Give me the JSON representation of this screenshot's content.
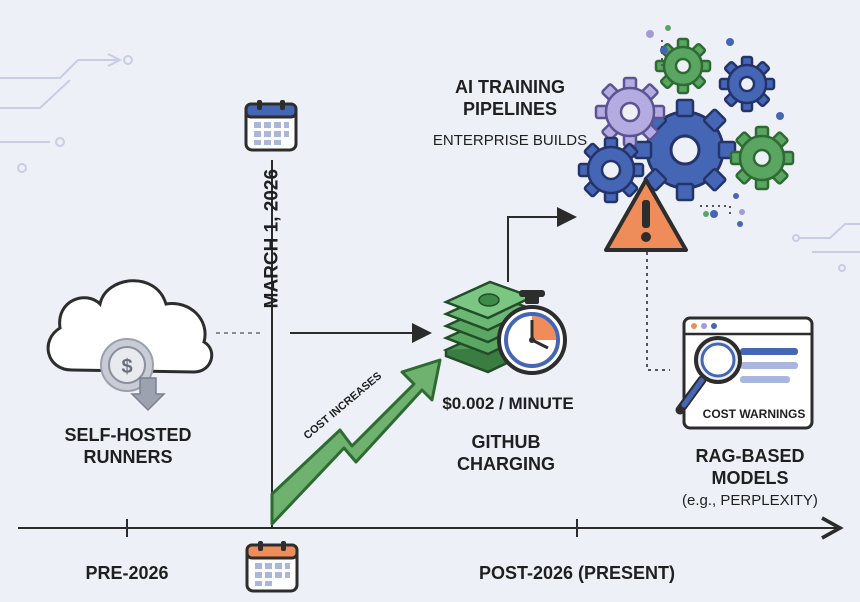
{
  "labels": {
    "self_hosted_line1": "SELF-HOSTED",
    "self_hosted_line2": "RUNNERS",
    "date_vertical": "MARCH 1, 2026",
    "cost_increases": "COST INCREASES",
    "price": "$0.002 / MINUTE",
    "github_line1": "GITHUB",
    "github_line2": "CHARGING",
    "ai_training_line1": "AI TRAINING",
    "ai_training_line2": "PIPELINES",
    "enterprise_builds": "ENTERPRISE BUILDS",
    "cost_warnings": "COST WARNINGS",
    "rag_line1": "RAG-BASED",
    "rag_line2": "MODELS",
    "rag_example": "(e.g., PERPLEXITY)",
    "pre_2026": "PRE-2026",
    "post_2026": "POST-2026 (PRESENT)"
  },
  "icons": {
    "cloud": "cloud-dollar-download-icon",
    "calendar_top": "calendar-icon",
    "calendar_bottom": "calendar-icon",
    "money": "money-stack-icon",
    "stopwatch": "stopwatch-icon",
    "gears": "gears-icon",
    "warning": "warning-triangle-icon",
    "browser": "browser-window-icon",
    "magnifier": "magnifier-icon"
  },
  "colors": {
    "blue": "#4566b5",
    "green": "#5ba563",
    "purple": "#a49ad6",
    "orange": "#ef8c5a",
    "line": "#2b2b2b",
    "light_decor": "#c9cde3"
  }
}
